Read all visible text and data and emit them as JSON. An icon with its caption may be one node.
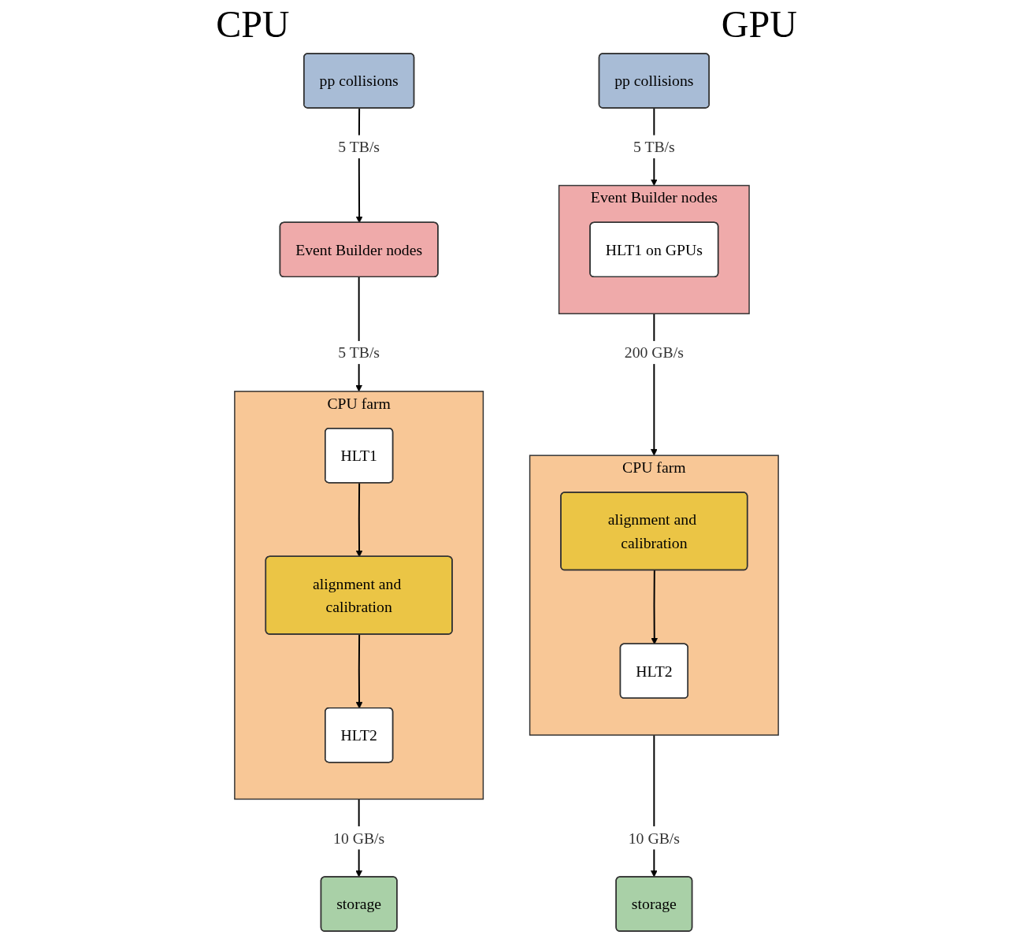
{
  "diagram": {
    "nodes": [
      {
        "text": [
          "pp collisions"
        ]
      },
      {
        "text": [
          "Event Builder nodes"
        ]
      },
      {
        "text": [
          "CPU farm"
        ]
      },
      {
        "text": [
          "HLT1"
        ],
        "in": 2
      },
      {
        "text": [
          "alignment and calibration"
        ],
        "in": 2
      },
      {
        "text": [
          "HLT2"
        ],
        "in": 2
      },
      {
        "text": [
          "storage"
        ]
      },
      {
        "text": [
          "pp collisions"
        ]
      },
      {
        "text": [
          "Event Builder nodes"
        ]
      },
      {
        "text": [
          "HLT1 on GPUs"
        ],
        "in": 8
      },
      {
        "text": [
          "CPU farm"
        ]
      },
      {
        "text": [
          "alignment and calibration"
        ],
        "in": 10
      },
      {
        "text": [
          "HLT2"
        ],
        "in": 10
      },
      {
        "text": [
          "storage"
        ]
      }
    ],
    "edges": [
      {
        "from": 0,
        "to": 1,
        "arrow": "to",
        "label": "5 TB/s"
      },
      {
        "from": 1,
        "to": 2,
        "arrow": "to",
        "label": "5 TB/s"
      },
      {
        "from": 3,
        "to": 4,
        "arrow": "to"
      },
      {
        "from": 4,
        "to": 5,
        "arrow": "to"
      },
      {
        "from": 2,
        "to": 6,
        "arrow": "to",
        "label": "10 GB/s"
      },
      {
        "from": 7,
        "to": 8,
        "arrow": "to",
        "label": "5 TB/s"
      },
      {
        "from": 8,
        "to": 10,
        "arrow": "to",
        "label": "200 GB/s"
      },
      {
        "from": 11,
        "to": 12,
        "arrow": "to"
      },
      {
        "from": 10,
        "to": 13,
        "arrow": "to",
        "label": "10 GB/s"
      }
    ],
    "labels": [
      "CPU",
      "GPU"
    ]
  }
}
